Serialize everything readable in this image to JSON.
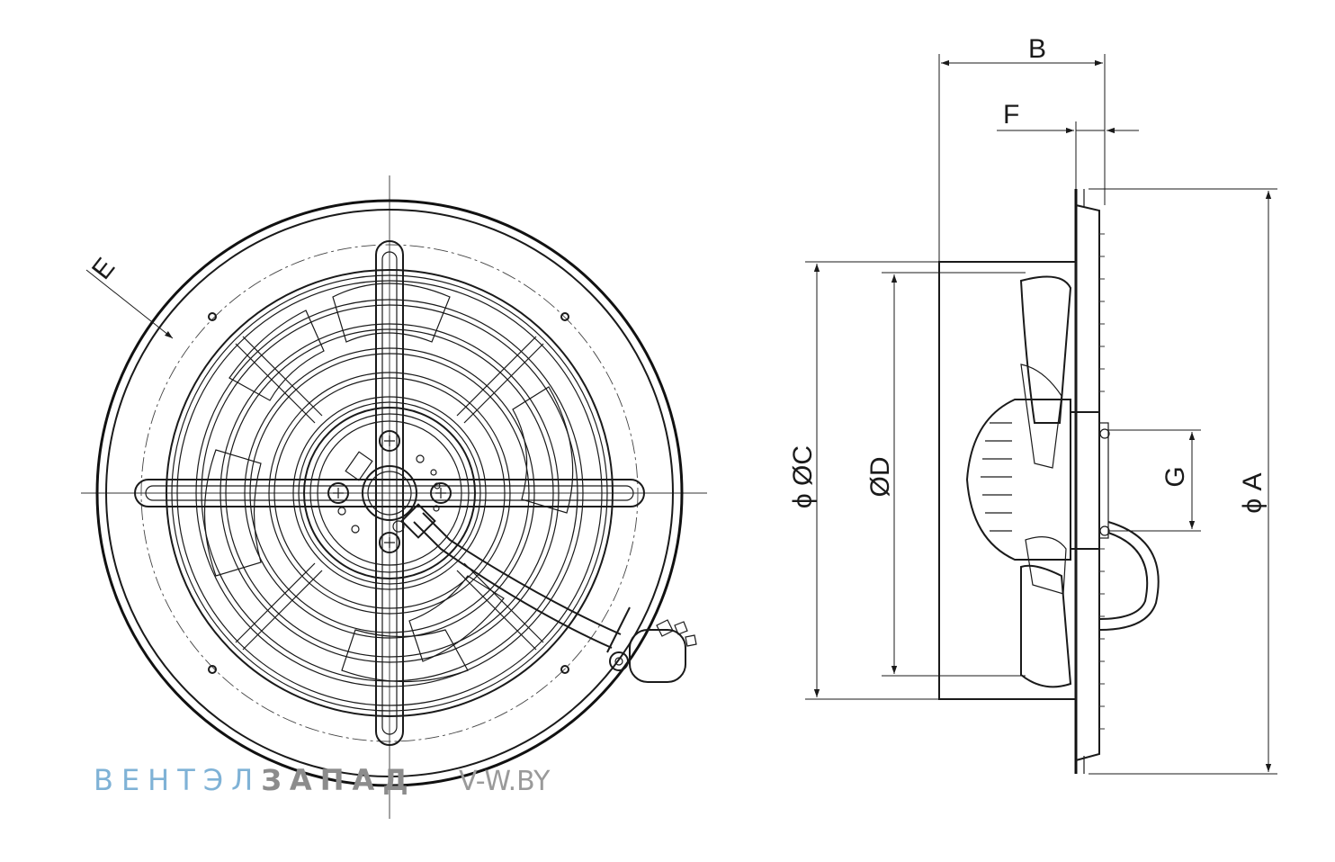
{
  "labels": {
    "B": "B",
    "F": "F",
    "E": "E",
    "G": "G",
    "A": "ϕ A",
    "C": "ϕ ØC",
    "D": "ØD"
  },
  "watermark": {
    "brand_part1": "ВЕНТЭЛ",
    "brand_part2": "ЗАПАД",
    "site": "V-W.BY"
  },
  "colors": {
    "line": "#1a1a1a",
    "watermark_blue": "#7fb2d6",
    "watermark_grey": "#8c8c8c"
  }
}
